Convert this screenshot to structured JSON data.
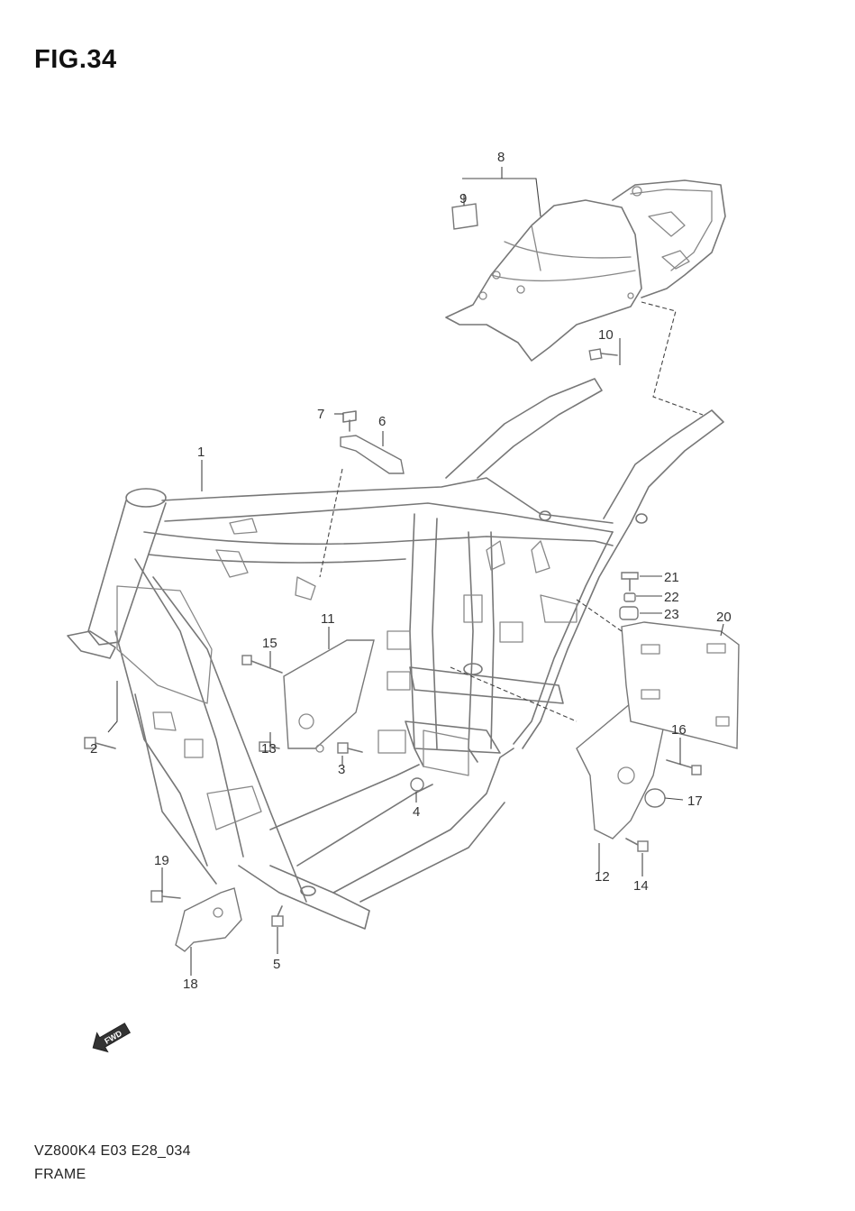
{
  "figure": {
    "title": "FIG.34"
  },
  "footer": {
    "model_code": "VZ800K4 E03 E28_034",
    "section_name": "FRAME"
  },
  "fwd_badge": {
    "text": "FWD"
  },
  "callouts": [
    "1",
    "2",
    "3",
    "4",
    "5",
    "6",
    "7",
    "8",
    "9",
    "10",
    "11",
    "12",
    "13",
    "14",
    "15",
    "16",
    "17",
    "18",
    "19",
    "20",
    "21",
    "22",
    "23"
  ]
}
